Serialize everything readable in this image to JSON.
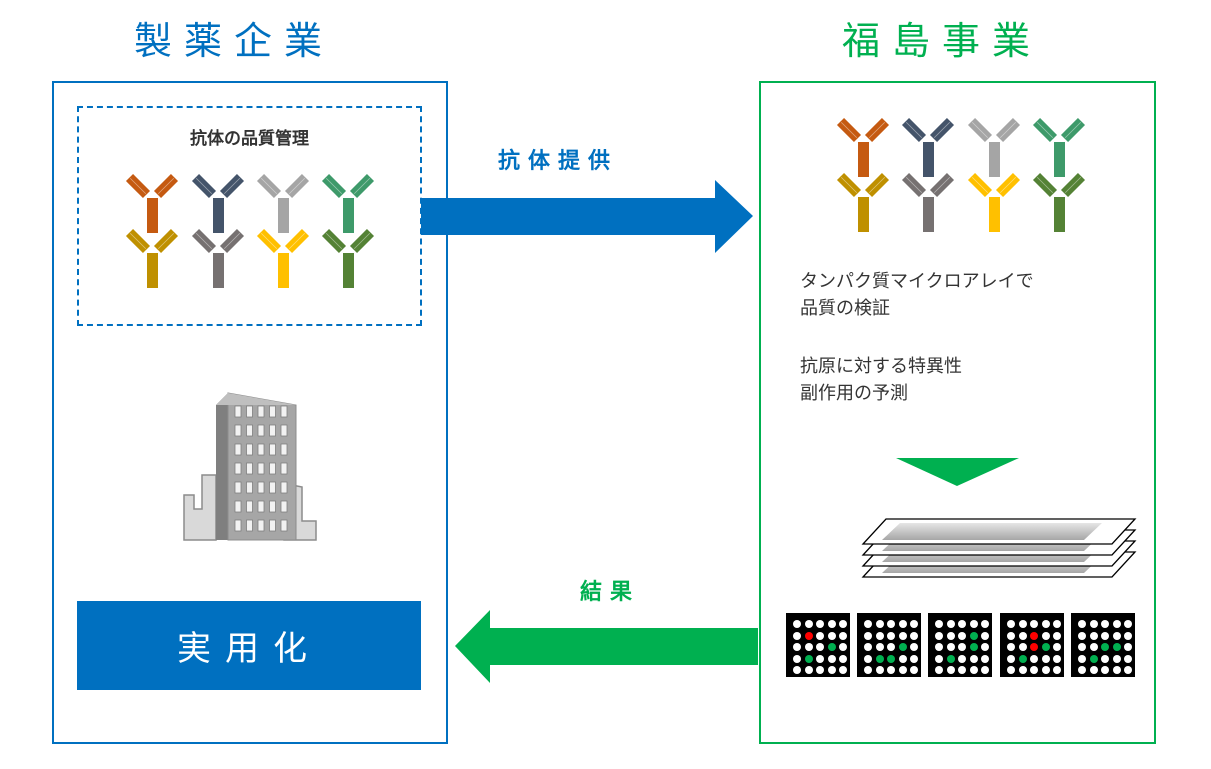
{
  "left_section": {
    "title": "製薬企業",
    "qc_box_title": "抗体の品質管理",
    "building_icon": "office-building-icon",
    "practical_label": "実用化",
    "border_color": "#0070C0"
  },
  "right_section": {
    "title": "福島事業",
    "description_1_line1": "タンパク質マイクロアレイで",
    "description_1_line2": "品質の検証",
    "description_2_line1": "抗原に対する特異性",
    "description_2_line2": "副作用の予測",
    "slides_icon": "glass-slides-stack-icon",
    "down_arrow_icon": "triangle-down-icon",
    "border_color": "#00B050"
  },
  "arrows": {
    "provide_label": "抗体提供",
    "provide_color": "#0070C0",
    "result_label": "結果",
    "result_color": "#00B050"
  },
  "antibody_colors": [
    [
      "#C55A11",
      "#44546A",
      "#A5A5A5",
      "#3E9A6A"
    ],
    [
      "#BF9000",
      "#767171",
      "#FFC000",
      "#548235"
    ]
  ],
  "microarrays": [
    {
      "red": [
        [
          1,
          1
        ]
      ],
      "green": [
        [
          2,
          3
        ],
        [
          3,
          1
        ]
      ]
    },
    {
      "red": [],
      "green": [
        [
          2,
          3
        ],
        [
          3,
          1
        ],
        [
          3,
          2
        ]
      ]
    },
    {
      "red": [],
      "green": [
        [
          1,
          3
        ],
        [
          2,
          3
        ],
        [
          3,
          1
        ]
      ]
    },
    {
      "red": [
        [
          1,
          2
        ],
        [
          2,
          2
        ]
      ],
      "green": [
        [
          2,
          3
        ],
        [
          3,
          1
        ]
      ]
    },
    {
      "red": [],
      "green": [
        [
          2,
          2
        ],
        [
          2,
          3
        ],
        [
          3,
          1
        ]
      ]
    }
  ],
  "spot_colors": {
    "normal": "#FFFFFF",
    "red": "#FF0000",
    "green": "#00B050"
  }
}
